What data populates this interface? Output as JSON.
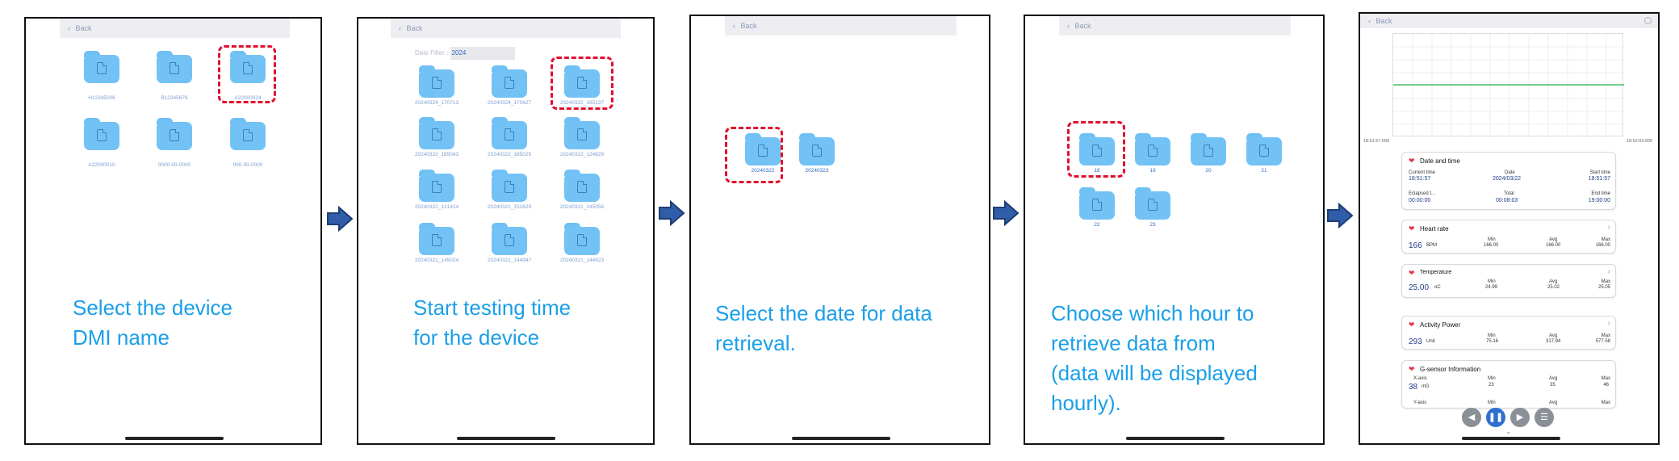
{
  "common": {
    "back": "Back"
  },
  "panel1": {
    "folders": [
      "H12345006",
      "B12345676",
      "A22000024",
      "A22000010",
      "0000-00-0000",
      "000-00-0000"
    ],
    "caption": [
      "Select the device",
      "DMI name"
    ]
  },
  "panel2": {
    "date_filter_label": "Date Filter :",
    "date_filter_value": "2024",
    "folders": [
      "20240324_170713",
      "20240324_170627",
      "20240322_185137",
      "20240322_185043",
      "20240322_185025",
      "20240322_124829",
      "20240322_121424",
      "20240321_151629",
      "20240321_145056",
      "20240321_145024",
      "20240321_144947",
      "20240321_144923"
    ],
    "caption": [
      "Start testing time",
      "for the device"
    ]
  },
  "panel3": {
    "folders": [
      "20240322",
      "20240323"
    ],
    "caption": [
      "Select the date for data",
      "retrieval."
    ]
  },
  "panel4": {
    "folders": [
      "18",
      "19",
      "20",
      "21",
      "22",
      "23"
    ],
    "caption": [
      "Choose which hour to",
      "retrieve data from",
      "(data will be displayed",
      "hourly)."
    ]
  },
  "panel5": {
    "chart_start": "18:51:57.000",
    "chart_end": "18:52:03.000",
    "datetime": {
      "title": "Date and time",
      "current_label": "Current time",
      "current_value": "18:51:57",
      "date_label": "Date",
      "date_value": "2024/03/22",
      "start_label": "Start time",
      "start_value": "18:51:57",
      "elapsed_label": "Eclapsed t...",
      "elapsed_value": "00:00:00",
      "total_label": "Total",
      "total_value": "00:08:03",
      "end_label": "End time",
      "end_value": "19:00:00"
    },
    "heart": {
      "title": "Heart rate",
      "value": "166",
      "unit": "BPM",
      "min_label": "Min",
      "min": "166.00",
      "avg_label": "Avg",
      "avg": "166.00",
      "max_label": "Max",
      "max": "166.00"
    },
    "temp": {
      "title": "Temperature",
      "value": "25.00",
      "unit": "oC",
      "min_label": "Min",
      "min": "24.99",
      "avg_label": "Avg",
      "avg": "25.02",
      "max_label": "Max",
      "max": "25.05"
    },
    "activity": {
      "title": "Activity Power",
      "value": "293",
      "unit": "Unit",
      "min_label": "Min",
      "min": "75.16",
      "avg_label": "Avg",
      "avg": "317.94",
      "max_label": "Max",
      "max": "577.58"
    },
    "gsensor": {
      "title": "G-sensor Information",
      "xaxis_label": "X-axis",
      "xaxis_value": "38",
      "xaxis_unit": "mG",
      "yaxis_label": "Y-axis",
      "min_label": "Min",
      "min": "23",
      "avg_label": "Avg",
      "avg": "35",
      "max_label": "Max",
      "max": "46"
    }
  }
}
